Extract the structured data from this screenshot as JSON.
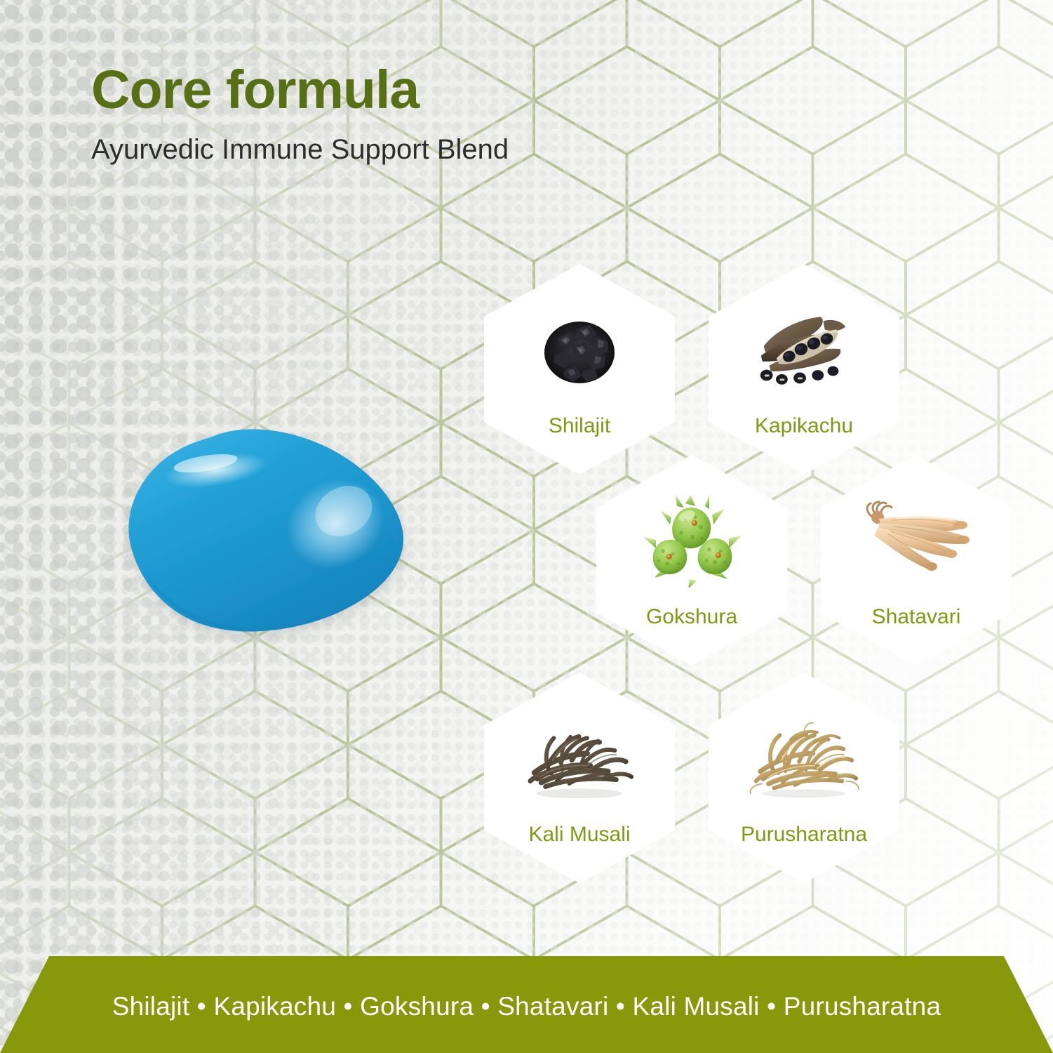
{
  "header": {
    "title": "Core formula",
    "subtitle": "Ayurvedic Immune Support Blend"
  },
  "product": {
    "name": "blue-tablet",
    "shape": "rounded diamond tablet",
    "color": "#2196cf",
    "highlight_color": "#7ec9ec"
  },
  "ingredients": [
    {
      "label": "Shilajit",
      "icon": "shilajit-resin-pieces"
    },
    {
      "label": "Kapikachu",
      "icon": "kapikachu-pods-and-seeds"
    },
    {
      "label": "Gokshura",
      "icon": "gokshura-green-fruit"
    },
    {
      "label": "Shatavari",
      "icon": "shatavari-roots"
    },
    {
      "label": "Kali Musali",
      "icon": "kali-musali-dark-roots"
    },
    {
      "label": "Purusharatna",
      "icon": "purusharatna-dried-roots"
    }
  ],
  "footer": {
    "text": "Shilajit • Kapikachu • Gokshura • Shatavari • Kali Musali • Purusharatna"
  },
  "colors": {
    "title_green": "#577015",
    "label_green": "#7e9a12",
    "band_green": "#86990a",
    "hex_outline_green": "#9aab6e",
    "subtitle_dark": "#2d2d2d",
    "background": "#f2f2ef",
    "card_white": "#ffffff"
  }
}
